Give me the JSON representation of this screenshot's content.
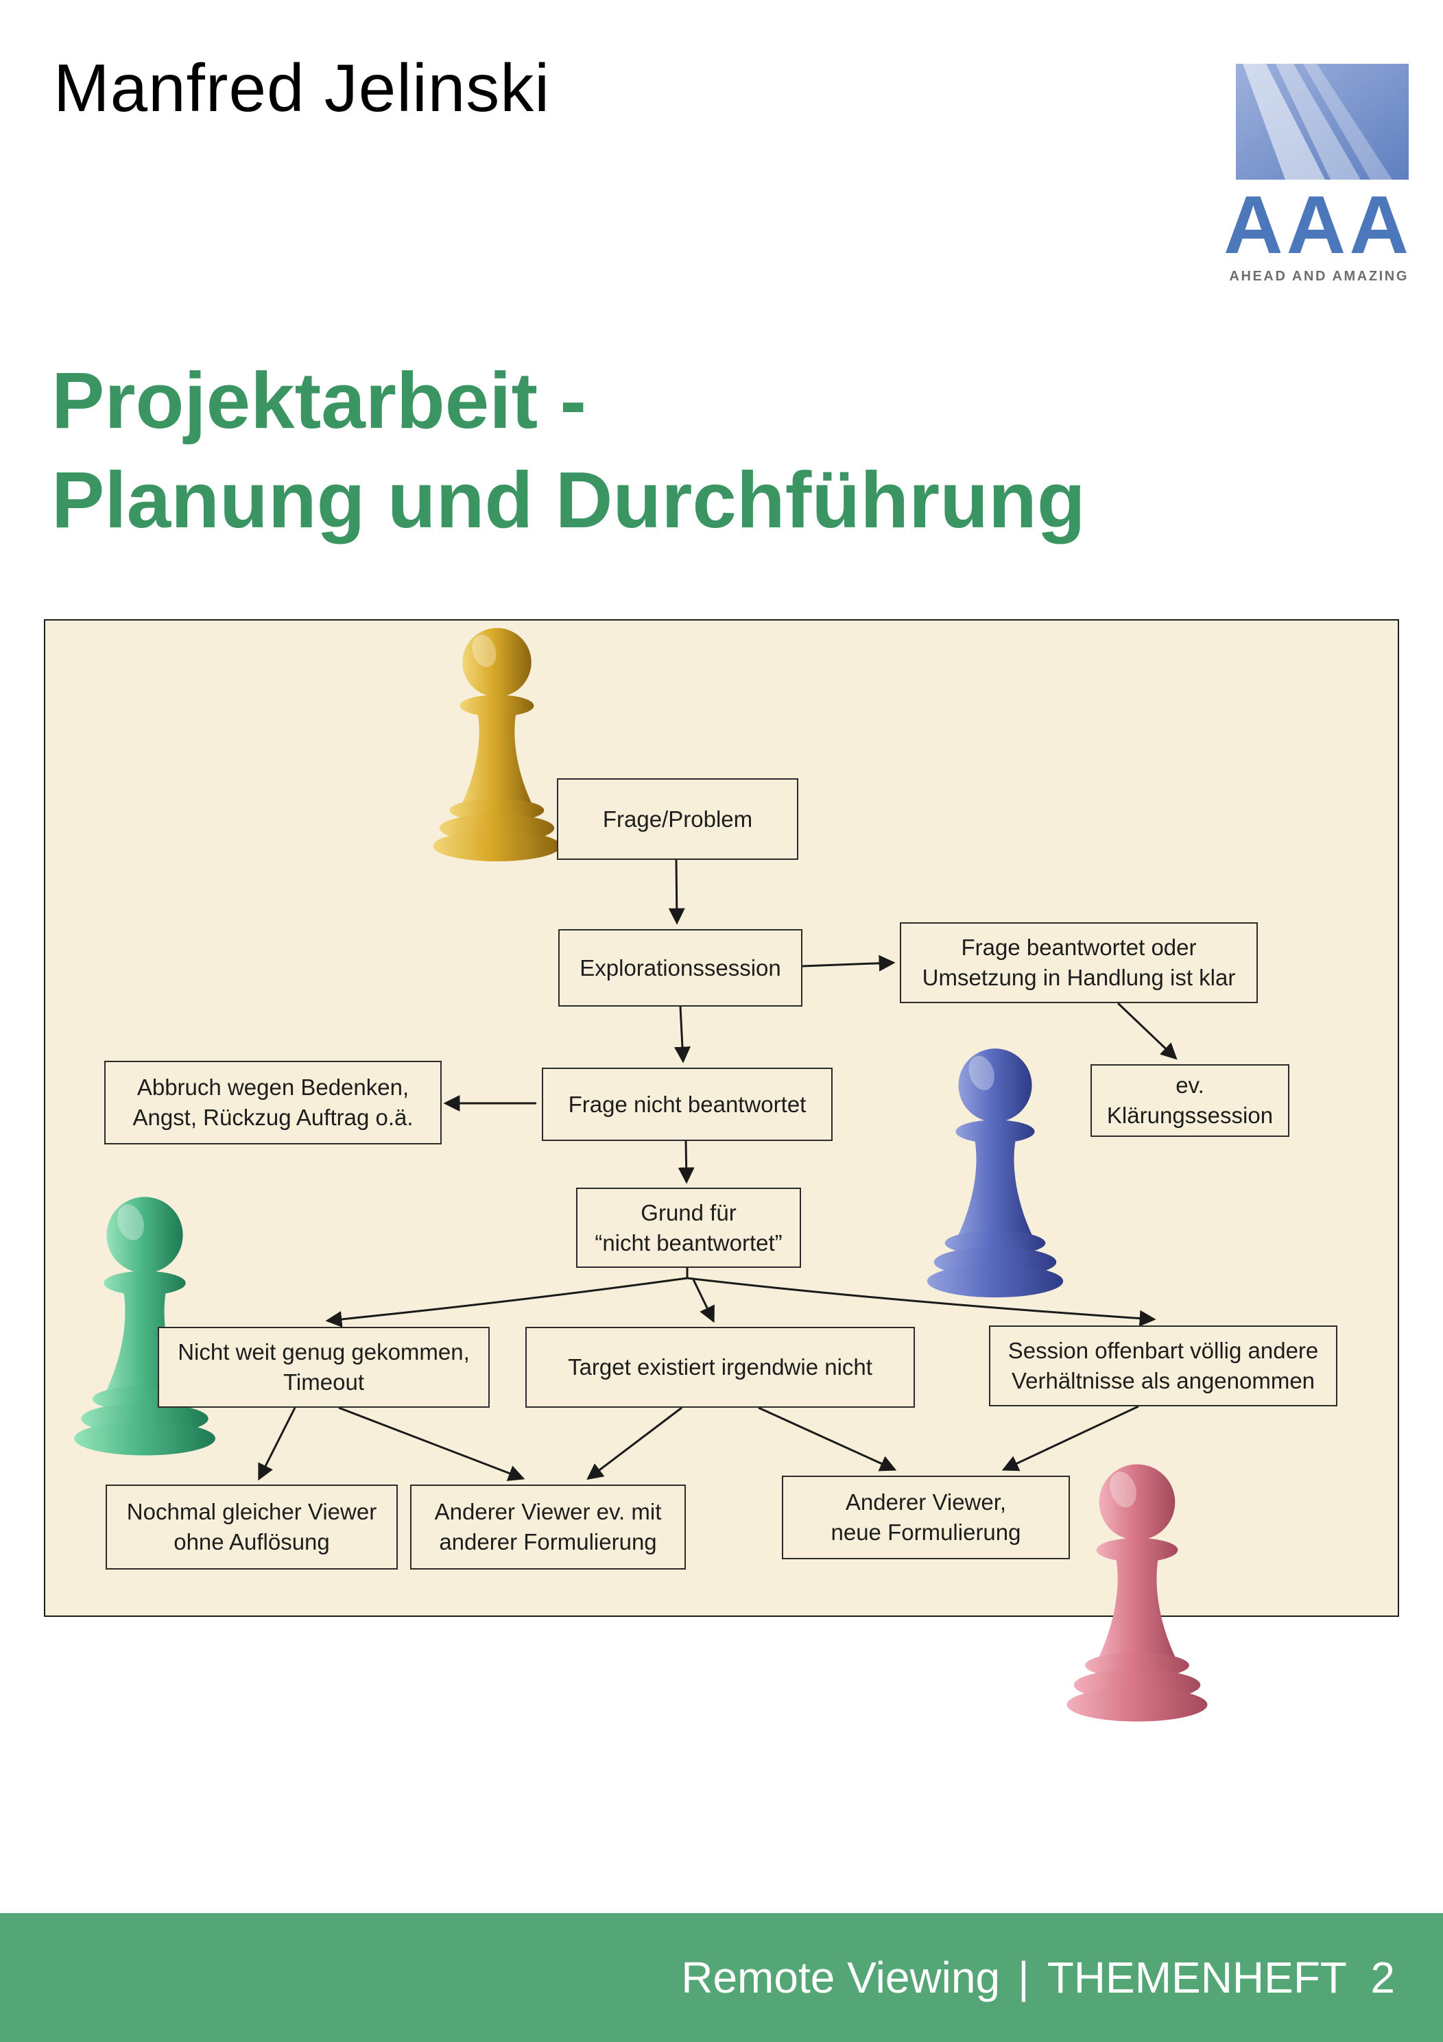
{
  "author": "Manfred Jelinski",
  "logo": {
    "text": "AAA",
    "tagline": "AHEAD AND AMAZING"
  },
  "title": {
    "line1": "Projektarbeit -",
    "line2": "Planung und Durchführung"
  },
  "footer": {
    "series": "Remote Viewing",
    "separator": "|",
    "issue": "THEMENHEFT  2"
  },
  "colors": {
    "title_green": "#3a9563",
    "footer_green": "#54a677",
    "chart_bg": "#f8efda",
    "logo_blue": "#4d77bb",
    "logo_square_blue": "#5f7fc0",
    "pawn_gold": "#d8a928",
    "pawn_blue": "#5a6cc0",
    "pawn_green": "#4db888",
    "pawn_pink": "#d87888"
  },
  "flowchart": {
    "nodes": {
      "frage_problem": {
        "line1": "Frage/Problem"
      },
      "explorationssession": {
        "line1": "Explorationssession"
      },
      "frage_beantwortet": {
        "line1": "Frage beantwortet oder",
        "line2": "Umsetzung in Handlung ist klar"
      },
      "abbruch": {
        "line1": "Abbruch wegen Bedenken,",
        "line2": "Angst, Rückzug Auftrag o.ä."
      },
      "frage_nicht": {
        "line1": "Frage nicht beantwortet"
      },
      "klaerung": {
        "line1": "ev. Klärungssession"
      },
      "grund": {
        "line1": "Grund für",
        "line2": "“nicht beantwortet”"
      },
      "nicht_weit": {
        "line1": "Nicht weit genug gekommen,",
        "line2": "Timeout"
      },
      "target": {
        "line1": "Target existiert irgendwie nicht"
      },
      "session": {
        "line1": "Session offenbart völlig andere",
        "line2": "Verhältnisse als angenommen"
      },
      "nochmal": {
        "line1": "Nochmal gleicher Viewer",
        "line2": "ohne Auflösung"
      },
      "anderer_ev": {
        "line1": "Anderer Viewer ev. mit",
        "line2": "anderer Formulierung"
      },
      "anderer_neue": {
        "line1": "Anderer Viewer,",
        "line2": "neue Formulierung"
      }
    },
    "edges": [
      {
        "from": "frage_problem",
        "to": "explorationssession"
      },
      {
        "from": "explorationssession",
        "to": "frage_beantwortet"
      },
      {
        "from": "explorationssession",
        "to": "frage_nicht"
      },
      {
        "from": "frage_beantwortet",
        "to": "klaerung"
      },
      {
        "from": "frage_nicht",
        "to": "abbruch"
      },
      {
        "from": "frage_nicht",
        "to": "grund"
      },
      {
        "from": "grund",
        "to": "nicht_weit"
      },
      {
        "from": "grund",
        "to": "target"
      },
      {
        "from": "grund",
        "to": "session"
      },
      {
        "from": "nicht_weit",
        "to": "nochmal"
      },
      {
        "from": "nicht_weit",
        "to": "anderer_ev"
      },
      {
        "from": "target",
        "to": "anderer_ev"
      },
      {
        "from": "target",
        "to": "anderer_neue"
      },
      {
        "from": "session",
        "to": "anderer_neue"
      }
    ],
    "pawns": [
      {
        "name": "gold-pawn",
        "color": "#d8a928"
      },
      {
        "name": "blue-pawn",
        "color": "#5a6cc0"
      },
      {
        "name": "green-pawn",
        "color": "#4db888"
      },
      {
        "name": "pink-pawn",
        "color": "#d87888"
      }
    ]
  }
}
